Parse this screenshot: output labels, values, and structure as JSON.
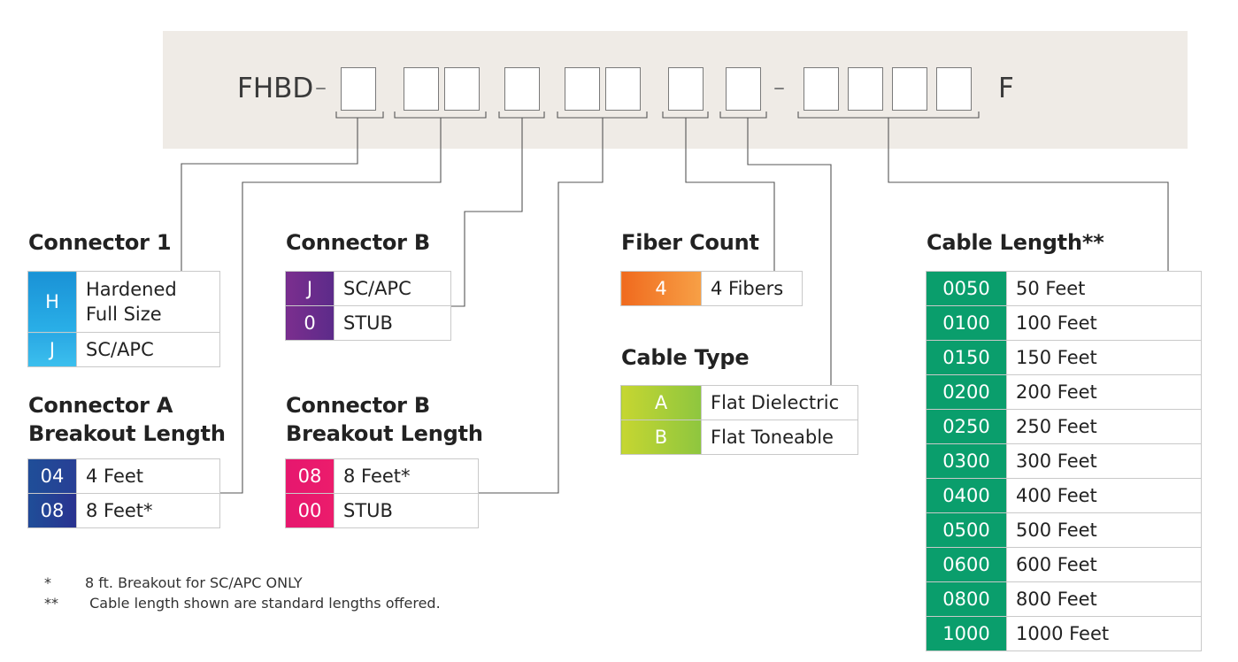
{
  "part_number": {
    "prefix": "FHBD",
    "dash_1": "–",
    "dash_2": "–",
    "dash_3": "–",
    "suffix": "F"
  },
  "colors": {
    "banner": "#efebe6",
    "connector_1": "#1aa0dd",
    "connector_b": "#6b2e8e",
    "connector_a_breakout": "#2a3a8f",
    "connector_b_breakout": "#e6176e",
    "fiber_count": "#f07a22",
    "cable_type": "#a9c934",
    "cable_length": "#0a9e6c"
  },
  "sections": {
    "connector_1": {
      "title": "Connector 1",
      "rows": [
        {
          "code": "H",
          "desc_line1": "Hardened",
          "desc_line2": "Full Size"
        },
        {
          "code": "J",
          "desc": "SC/APC"
        }
      ]
    },
    "connector_b": {
      "title": "Connector B",
      "rows": [
        {
          "code": "J",
          "desc": "SC/APC"
        },
        {
          "code": "0",
          "desc": "STUB"
        }
      ]
    },
    "connector_a_breakout": {
      "title_line1": "Connector A",
      "title_line2": "Breakout Length",
      "rows": [
        {
          "code": "04",
          "desc": "4 Feet"
        },
        {
          "code": "08",
          "desc": "8 Feet*"
        }
      ]
    },
    "connector_b_breakout": {
      "title_line1": "Connector B",
      "title_line2": "Breakout Length",
      "rows": [
        {
          "code": "08",
          "desc": "8 Feet*"
        },
        {
          "code": "00",
          "desc": "STUB"
        }
      ]
    },
    "fiber_count": {
      "title": "Fiber Count",
      "rows": [
        {
          "code": "4",
          "desc": "4 Fibers"
        }
      ]
    },
    "cable_type": {
      "title": "Cable Type",
      "rows": [
        {
          "code": "A",
          "desc": "Flat Dielectric"
        },
        {
          "code": "B",
          "desc": "Flat Toneable"
        }
      ]
    },
    "cable_length": {
      "title": "Cable Length**",
      "rows": [
        {
          "code": "0050",
          "desc": "50 Feet"
        },
        {
          "code": "0100",
          "desc": "100 Feet"
        },
        {
          "code": "0150",
          "desc": "150 Feet"
        },
        {
          "code": "0200",
          "desc": "200 Feet"
        },
        {
          "code": "0250",
          "desc": "250 Feet"
        },
        {
          "code": "0300",
          "desc": "300 Feet"
        },
        {
          "code": "0400",
          "desc": "400 Feet"
        },
        {
          "code": "0500",
          "desc": "500 Feet"
        },
        {
          "code": "0600",
          "desc": "600 Feet"
        },
        {
          "code": "0800",
          "desc": "800 Feet"
        },
        {
          "code": "1000",
          "desc": "1000 Feet"
        }
      ]
    }
  },
  "notes": [
    {
      "mark": "*",
      "text": "8 ft. Breakout for SC/APC ONLY"
    },
    {
      "mark": "**",
      "text": " Cable length shown are standard lengths offered."
    }
  ]
}
